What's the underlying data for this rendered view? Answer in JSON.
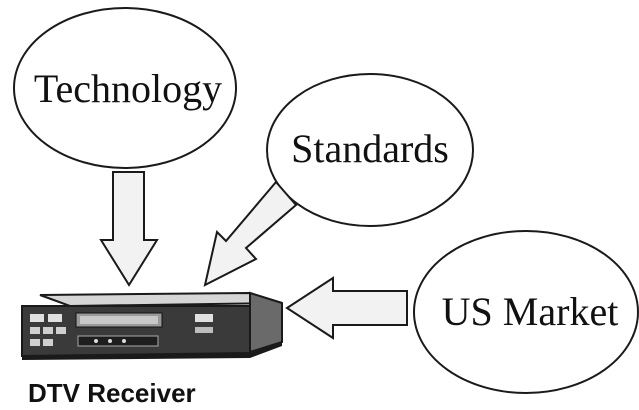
{
  "nodes": {
    "technology": {
      "label": "Technology"
    },
    "standards": {
      "label": "Standards"
    },
    "us_market": {
      "label": "US Market"
    },
    "receiver": {
      "label": "DTV Receiver",
      "icon": "set-top-box-icon"
    }
  },
  "edges": [
    {
      "from": "technology",
      "to": "receiver"
    },
    {
      "from": "standards",
      "to": "receiver"
    },
    {
      "from": "us_market",
      "to": "receiver"
    }
  ],
  "colors": {
    "stroke": "#1a1a1a",
    "arrow_fill": "#f2f2f2",
    "device_body": "#3a3a3a",
    "device_top": "#d6d6d6"
  }
}
